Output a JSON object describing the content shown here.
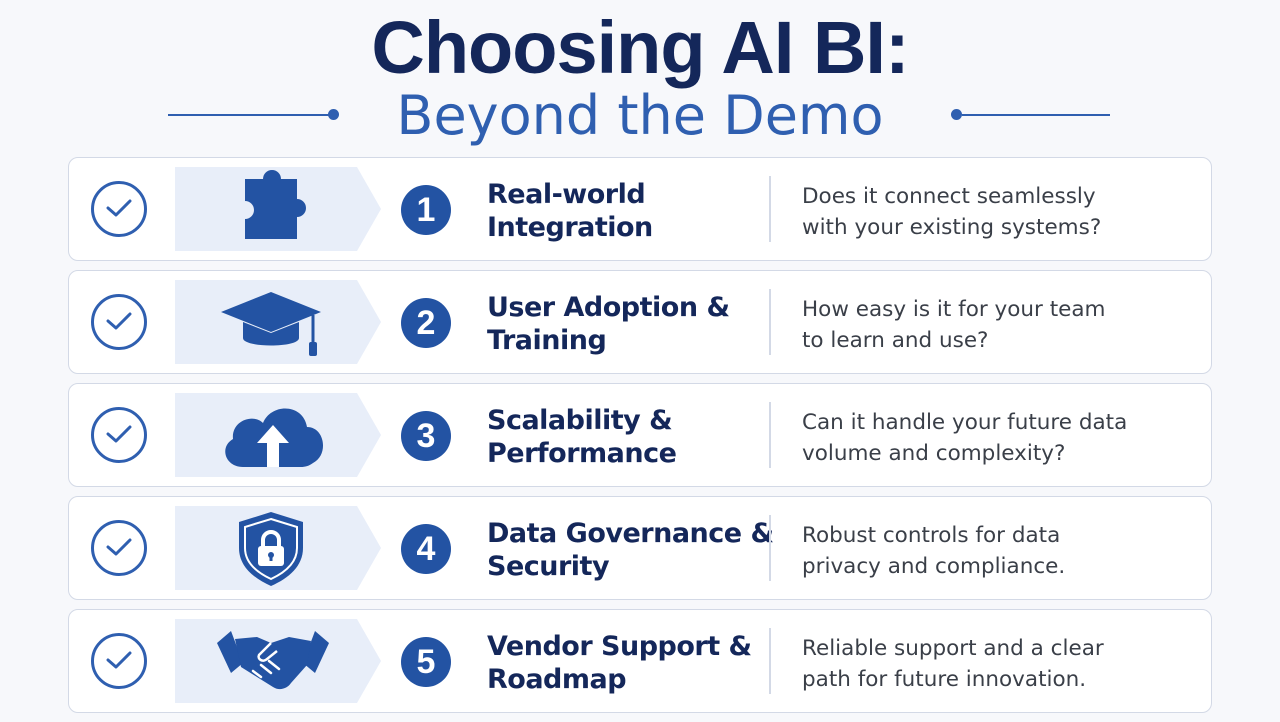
{
  "header": {
    "title": "Choosing AI BI:",
    "subtitle": "Beyond the Demo"
  },
  "colors": {
    "navy": "#14275a",
    "accent": "#2f5fb0",
    "badge": "#2353a3",
    "panel": "#e8eef9"
  },
  "items": [
    {
      "number": "1",
      "icon": "puzzle-icon",
      "heading_line1": "Real-world",
      "heading_line2": "Integration",
      "desc_line1": "Does it connect seamlessly",
      "desc_line2": "with your existing systems?"
    },
    {
      "number": "2",
      "icon": "graduation-cap-icon",
      "heading_line1": "User Adoption &",
      "heading_line2": "Training",
      "desc_line1": "How easy is it for your team",
      "desc_line2": "to learn and use?"
    },
    {
      "number": "3",
      "icon": "cloud-upload-icon",
      "heading_line1": "Scalability &",
      "heading_line2": "Performance",
      "desc_line1": "Can it handle your future data",
      "desc_line2": "volume and complexity?"
    },
    {
      "number": "4",
      "icon": "shield-lock-icon",
      "heading_line1": "Data Governance &",
      "heading_line2": "Security",
      "desc_line1": "Robust controls for data",
      "desc_line2": "privacy and compliance."
    },
    {
      "number": "5",
      "icon": "handshake-icon",
      "heading_line1": "Vendor Support &",
      "heading_line2": "Roadmap",
      "desc_line1": "Reliable support and a clear",
      "desc_line2": "path for future innovation."
    }
  ]
}
